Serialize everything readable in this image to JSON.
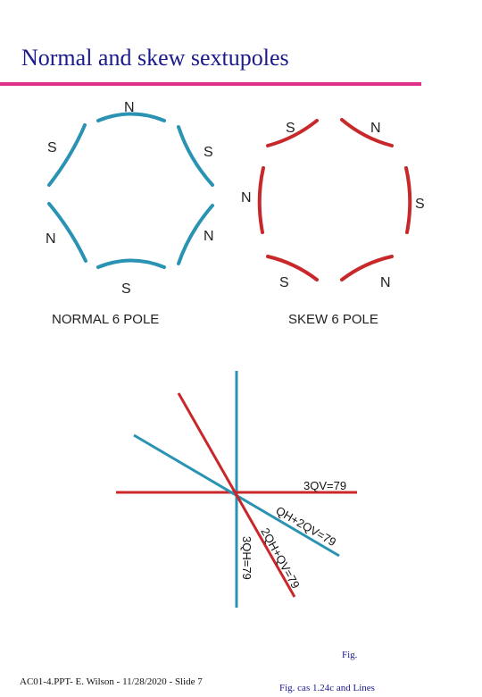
{
  "slide": {
    "title": "Normal and skew sextupoles",
    "accent_color": "#e0308a",
    "title_color": "#1a1a8c"
  },
  "normal_magnet": {
    "caption": "NORMAL 6 POLE",
    "color": "#2a93b3",
    "pole_labels": [
      "N",
      "S",
      "S",
      "N",
      "N",
      "S"
    ]
  },
  "skew_magnet": {
    "caption": "SKEW 6 POLE",
    "color": "#c8282a",
    "pole_labels": [
      "S",
      "N",
      "N",
      "S",
      "S",
      "N"
    ]
  },
  "resonance_lines": {
    "labels": [
      "3QV=79",
      "QH+2QV=79",
      "2QH+QV=79",
      "3QH=79"
    ],
    "colors": {
      "normal": "#2a93b3",
      "skew": "#c8282a"
    }
  },
  "fig_label": "Fig.",
  "footer": {
    "left": "AC01-4.PPT- E. Wilson - 11/28/2020 - Slide 7",
    "right": "Fig. cas 1.24c and Lines"
  }
}
